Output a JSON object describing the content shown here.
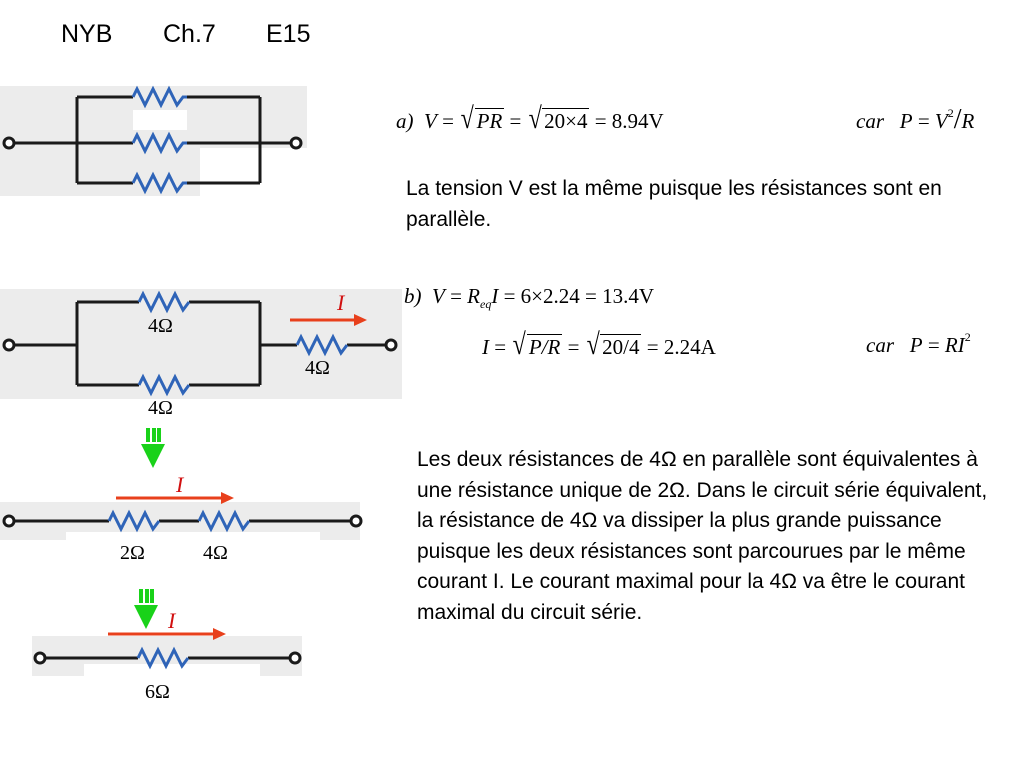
{
  "header": {
    "course": "NYB",
    "chapter": "Ch.7",
    "exercise": "E15"
  },
  "part_a": {
    "label": "a)",
    "lhs": "V",
    "eq1": "=",
    "sqrt1": "PR",
    "eq2": "=",
    "sqrt2": "20×4",
    "eq3": "=",
    "result": "8.94V",
    "car": "car",
    "formula_lhs": "P",
    "formula_eq": "=",
    "formula_var": "V",
    "formula_exp": "2",
    "formula_slash": "/",
    "formula_den": "R"
  },
  "para1": "La tension V est la même puisque les résistances sont en parallèle.",
  "part_b": {
    "label": "b)",
    "lhs": "V",
    "eq1": "=",
    "r": "R",
    "r_sub": "eq",
    "i": "I",
    "eq2": "=",
    "calc": "6×2.24",
    "eq3": "=",
    "result": "13.4V",
    "line2_lhs": "I",
    "line2_eq1": "=",
    "sqrt1": "P/R",
    "line2_eq2": "=",
    "sqrt2": "20/4",
    "line2_eq3": "=",
    "line2_result": "2.24A",
    "car": "car",
    "formula_lhs": "P",
    "formula_eq": "=",
    "formula_rhs": "RI",
    "formula_exp": "2"
  },
  "para2": "Les deux résistances de 4Ω en parallèle sont équivalentes à une résistance unique de 2Ω. Dans le circuit série équivalent, la résistance de 4Ω va dissiper la plus grande puissance puisque les deux résistances sont parcourues par le même courant I. Le courant maximal pour la 4Ω va être le courant maximal du circuit série.",
  "diagram_labels": {
    "r_top": "4Ω",
    "r_series": "4Ω",
    "r_bottom": "4Ω",
    "current_b": "I",
    "current_c": "I",
    "r_c1": "2Ω",
    "r_c2": "4Ω",
    "current_d": "I",
    "r_d": "6Ω"
  },
  "colors": {
    "wire": "#1a1a1a",
    "resistor": "#2f64b8",
    "arrow_current": "#e8401c",
    "arrow_step": "#19d219",
    "panel_bg": "#ececec"
  }
}
